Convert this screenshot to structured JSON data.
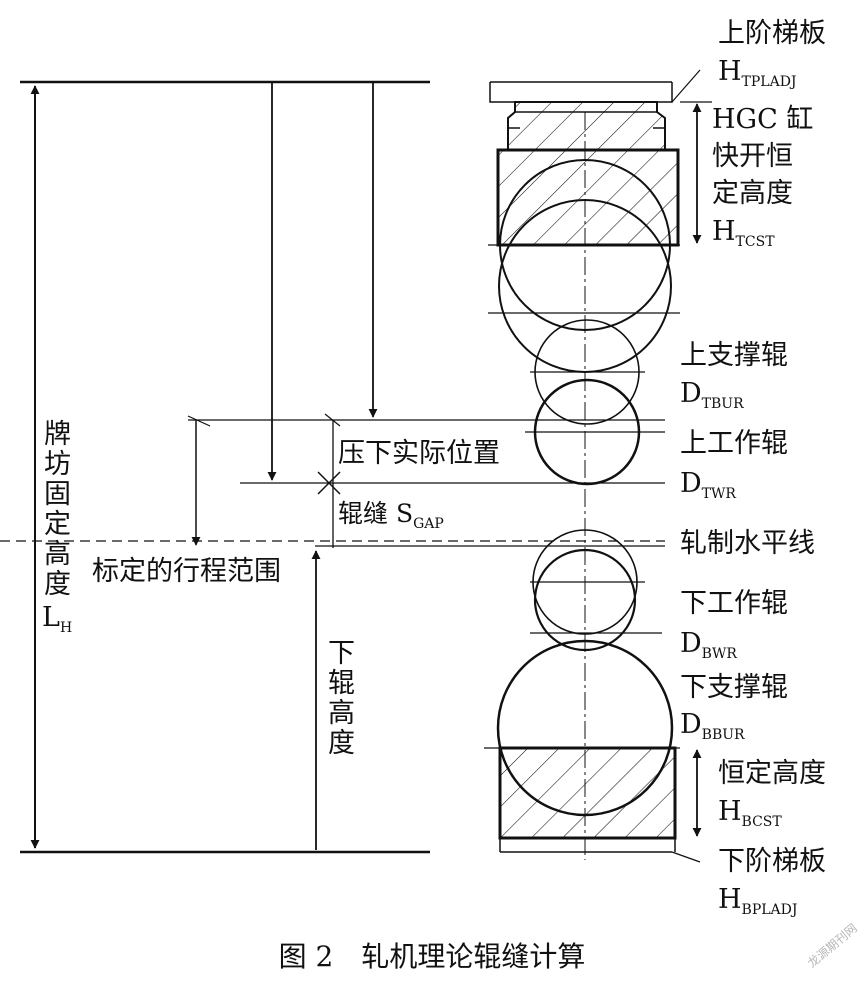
{
  "diagram": {
    "caption": "图 2　轧机理论辊缝计算",
    "watermark": "龙源期刊网",
    "labels": {
      "upper_step_plate": "上阶梯板",
      "h_tpladj_main": "H",
      "h_tpladj_sub": "TPLADJ",
      "hgc_line1": "HGC 缸",
      "hgc_line2": "快开恒",
      "hgc_line3": "定高度",
      "h_tcst_main": "H",
      "h_tcst_sub": "TCST",
      "upper_backup_roll": "上支撑辊",
      "d_tbur_main": "D",
      "d_tbur_sub": "TBUR",
      "press_actual_position": "压下实际位置",
      "upper_work_roll": "上工作辊",
      "d_twr_main": "D",
      "d_twr_sub": "TWR",
      "roll_gap_text": "辊缝 S",
      "roll_gap_sub": "GAP",
      "pass_line": "轧制水平线",
      "calibrated_stroke_range": "标定的行程范围",
      "lower_work_roll": "下工作辊",
      "d_bwr_main": "D",
      "d_bwr_sub": "BWR",
      "lower_backup_roll": "下支撑辊",
      "d_bbur_main": "D",
      "d_bbur_sub": "BBUR",
      "constant_height": "恒定高度",
      "h_bcst_main": "H",
      "h_bcst_sub": "BCST",
      "lower_step_plate": "下阶梯板",
      "h_bpladj_main": "H",
      "h_bpladj_sub": "BPLADJ",
      "housing_fixed_height": [
        "牌",
        "坊",
        "固",
        "定",
        "高",
        "度"
      ],
      "l_h_main": "L",
      "l_h_sub": "H",
      "lower_roll_height": [
        "下",
        "辊",
        "高",
        "度"
      ]
    }
  }
}
